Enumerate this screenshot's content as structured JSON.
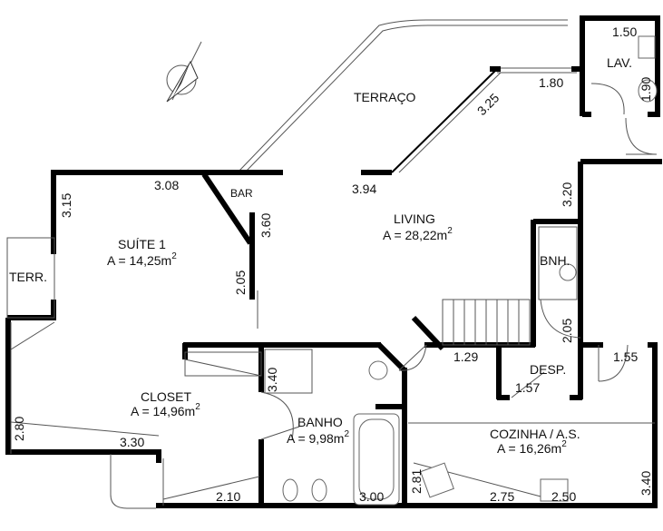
{
  "rooms": {
    "terraco": "TERRAÇO",
    "lav": "LAV.",
    "living": "LIVING",
    "living_area": "A = 28,22m",
    "bar": "BAR",
    "suite": "SUÍTE 1",
    "suite_area": "A = 14,25m",
    "terr": "TERR.",
    "closet": "CLOSET",
    "closet_area": "A = 14,96m",
    "banho": "BANHO",
    "banho_area": "A = 9,98m",
    "bnh": "BNH.",
    "desp": "DESP.",
    "cozinha": "COZINHA / A.S.",
    "cozinha_area": "A = 16,26m"
  },
  "area_unit_exp": "2",
  "dims": {
    "lav_w": "1.50",
    "lav_h": "1.90",
    "terr_180": "1.80",
    "terr_325": "3.25",
    "d_308": "3.08",
    "d_394": "3.94",
    "d_315": "3.15",
    "d_360": "3.60",
    "d_205a": "2.05",
    "d_320": "3.20",
    "d_205b": "2.05",
    "d_129": "1.29",
    "d_155": "1.55",
    "d_157": "1.57",
    "d_340a": "3.40",
    "d_280": "2.80",
    "d_330": "3.30",
    "d_210": "2.10",
    "d_300": "3.00",
    "d_281": "2.81",
    "d_275": "2.75",
    "d_250": "2.50",
    "d_340b": "3.40"
  },
  "colors": {
    "wall": "#000000",
    "line": "#555555"
  },
  "icons": {
    "north": "north-arrow-icon"
  }
}
